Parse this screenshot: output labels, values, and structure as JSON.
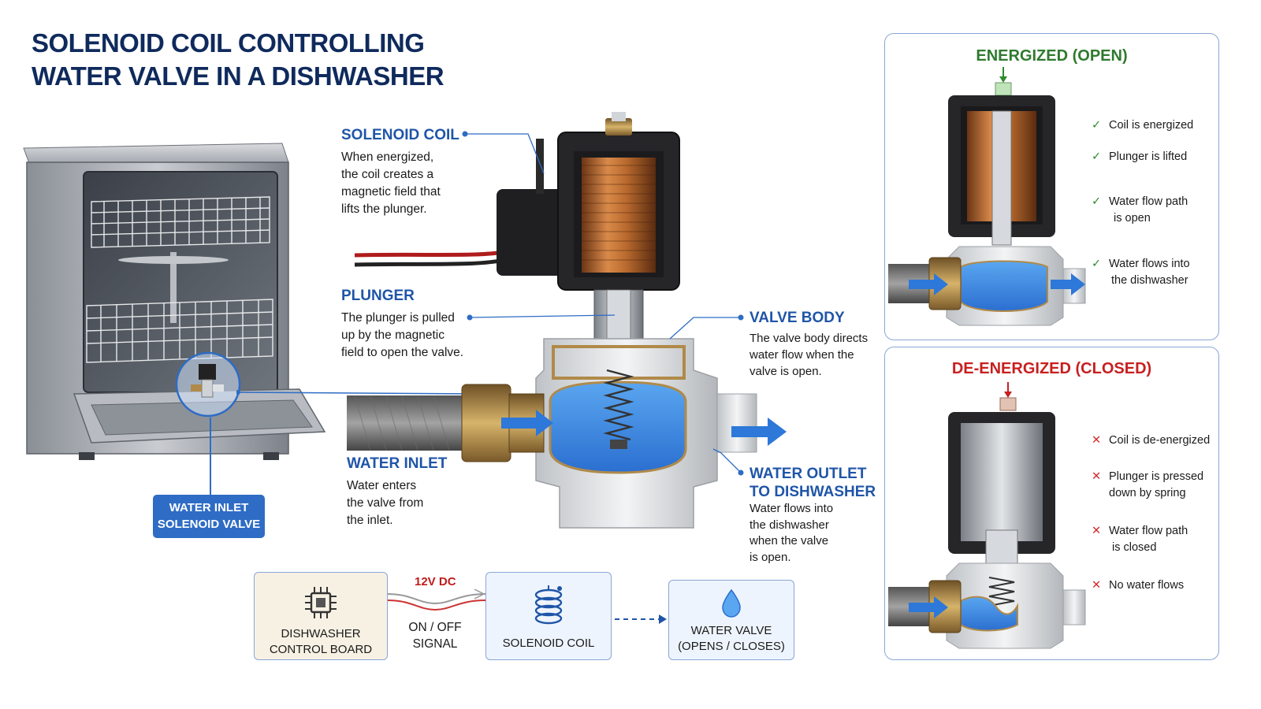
{
  "title": {
    "line1": "SOLENOID COIL CONTROLLING",
    "line2": "WATER VALVE IN A DISHWASHER"
  },
  "badge": {
    "line1": "WATER INLET",
    "line2": "SOLENOID VALVE"
  },
  "callouts": {
    "coil": {
      "heading": "SOLENOID COIL",
      "lines": [
        "When energized,",
        "the coil creates a",
        "magnetic field that",
        "lifts the plunger."
      ]
    },
    "plunger": {
      "heading": "PLUNGER",
      "lines": [
        "The plunger is pulled",
        "up by the magnetic",
        "field to open the valve."
      ]
    },
    "valve_body": {
      "heading": "VALVE BODY",
      "lines": [
        "The valve body directs",
        "water flow when the",
        "valve is open."
      ]
    },
    "inlet": {
      "heading": "WATER INLET",
      "lines": [
        "Water enters",
        "the valve from",
        "the inlet."
      ]
    },
    "outlet": {
      "heading_line1": "WATER OUTLET",
      "heading_line2": "TO DISHWASHER",
      "lines": [
        "Water flows into",
        "the dishwasher",
        "when the valve",
        "is open."
      ]
    }
  },
  "flow": {
    "control_board": {
      "line1": "DISHWASHER",
      "line2": "CONTROL BOARD"
    },
    "voltage": "12V DC",
    "signal": {
      "line1": "ON / OFF",
      "line2": "SIGNAL"
    },
    "coil_box": "SOLENOID COIL",
    "valve_box": {
      "line1": "WATER VALVE",
      "line2": "(OPENS / CLOSES)"
    }
  },
  "energized": {
    "title": "ENERGIZED (OPEN)",
    "items": [
      [
        "Coil is energized"
      ],
      [
        "Plunger is lifted"
      ],
      [
        "Water flow path",
        "is open"
      ],
      [
        "Water flows into",
        "the dishwasher"
      ]
    ]
  },
  "deenergized": {
    "title": "DE-ENERGIZED (CLOSED)",
    "items": [
      [
        "Coil is de-energized"
      ],
      [
        "Plunger is pressed",
        "down by spring"
      ],
      [
        "Water flow path",
        "is closed"
      ],
      [
        "No water flows"
      ]
    ]
  },
  "colors": {
    "title": "#0f2a5c",
    "accent_blue": "#1f55a8",
    "badge": "#2e6cc5",
    "open_green": "#2f8a2f",
    "closed_red": "#d22a2a",
    "water": "#3f8fe0"
  },
  "icons": {
    "check": "✓",
    "cross": "✕",
    "chip": "chip-icon",
    "coil": "coil-icon",
    "drop": "water-drop-icon"
  }
}
